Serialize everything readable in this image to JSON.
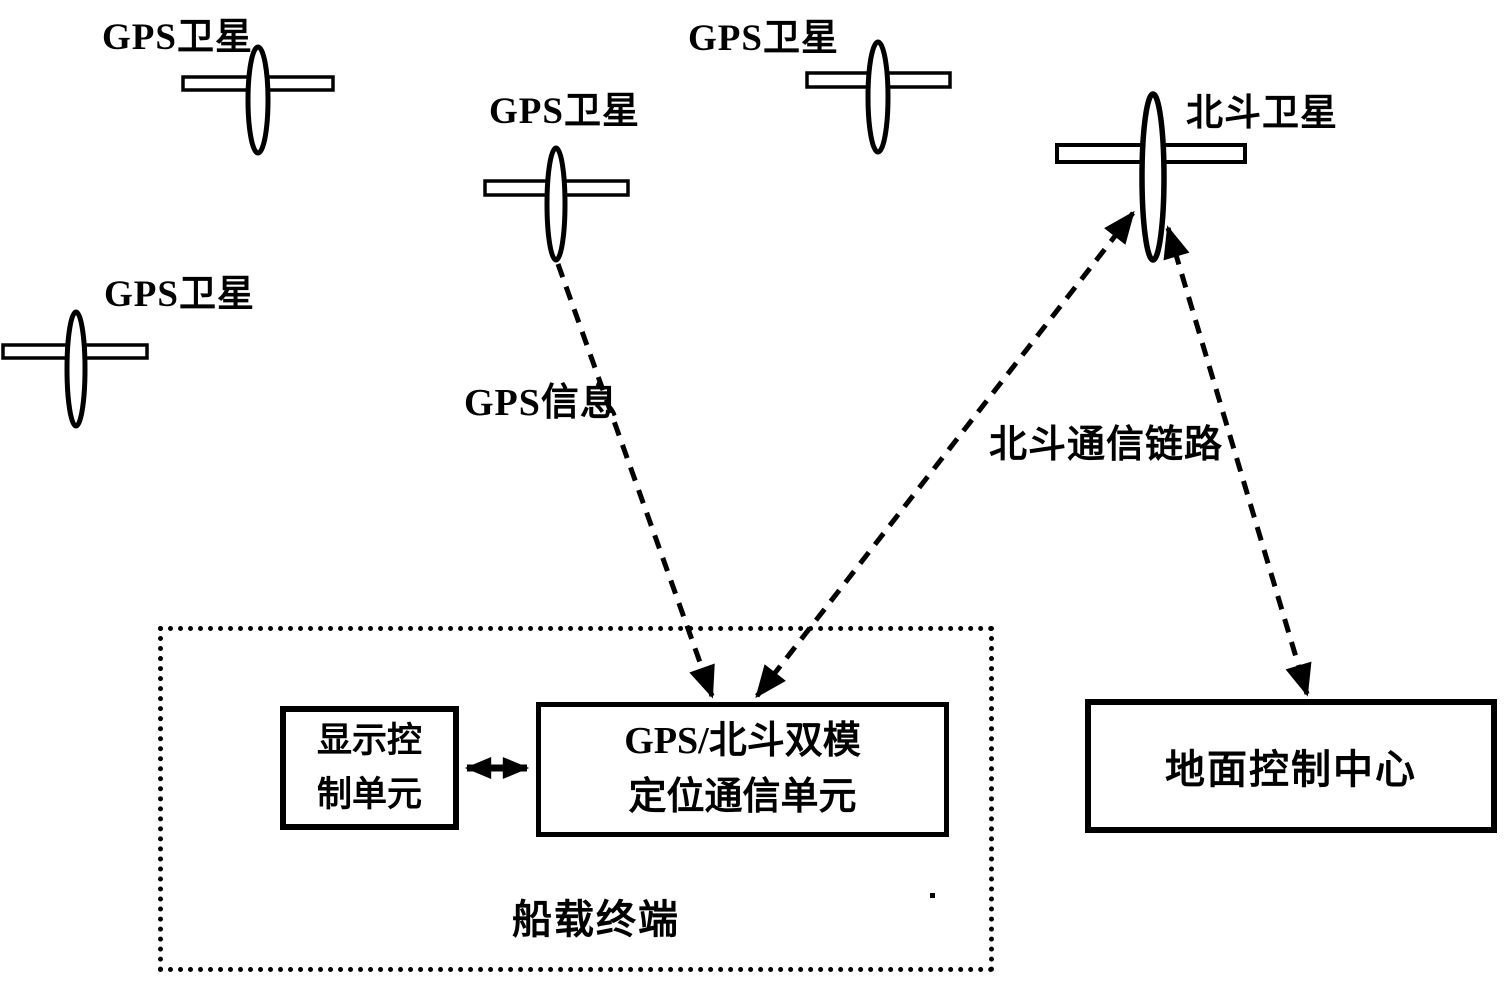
{
  "figure": {
    "background_color": "#ffffff",
    "line_color": "#000000",
    "satellites": [
      {
        "id": "gps-satellite-top-left",
        "label": "GPS卫星"
      },
      {
        "id": "gps-satellite-middle",
        "label": "GPS卫星"
      },
      {
        "id": "gps-satellite-top-center",
        "label": "GPS卫星"
      },
      {
        "id": "gps-satellite-left",
        "label": "GPS卫星"
      },
      {
        "id": "beidou-satellite",
        "label": "北斗卫星"
      }
    ],
    "links": [
      {
        "id": "gps-info-link",
        "label": "GPS信息",
        "style": "dashed",
        "from": "GPS卫星",
        "to": "GPS/北斗双模定位通信单元",
        "bidirectional": false
      },
      {
        "id": "beidou-ship-link",
        "label": "北斗通信链路",
        "style": "dashed",
        "from": "GPS/北斗双模定位通信单元",
        "to": "北斗卫星",
        "bidirectional": true
      },
      {
        "id": "beidou-ground-link",
        "label": "",
        "style": "dashed",
        "from": "北斗卫星",
        "to": "地面控制中心",
        "bidirectional": true
      },
      {
        "id": "display-positioning-link",
        "label": "",
        "style": "solid",
        "from": "显示控制单元",
        "to": "GPS/北斗双模定位通信单元",
        "bidirectional": true
      }
    ],
    "terminal": {
      "label": "船载终端",
      "display_unit": {
        "line1": "显示控",
        "line2": "制单元"
      },
      "positioning_unit": {
        "line1": "GPS/北斗双模",
        "line2": "定位通信单元"
      }
    },
    "ground_center": {
      "label": "地面控制中心"
    }
  }
}
